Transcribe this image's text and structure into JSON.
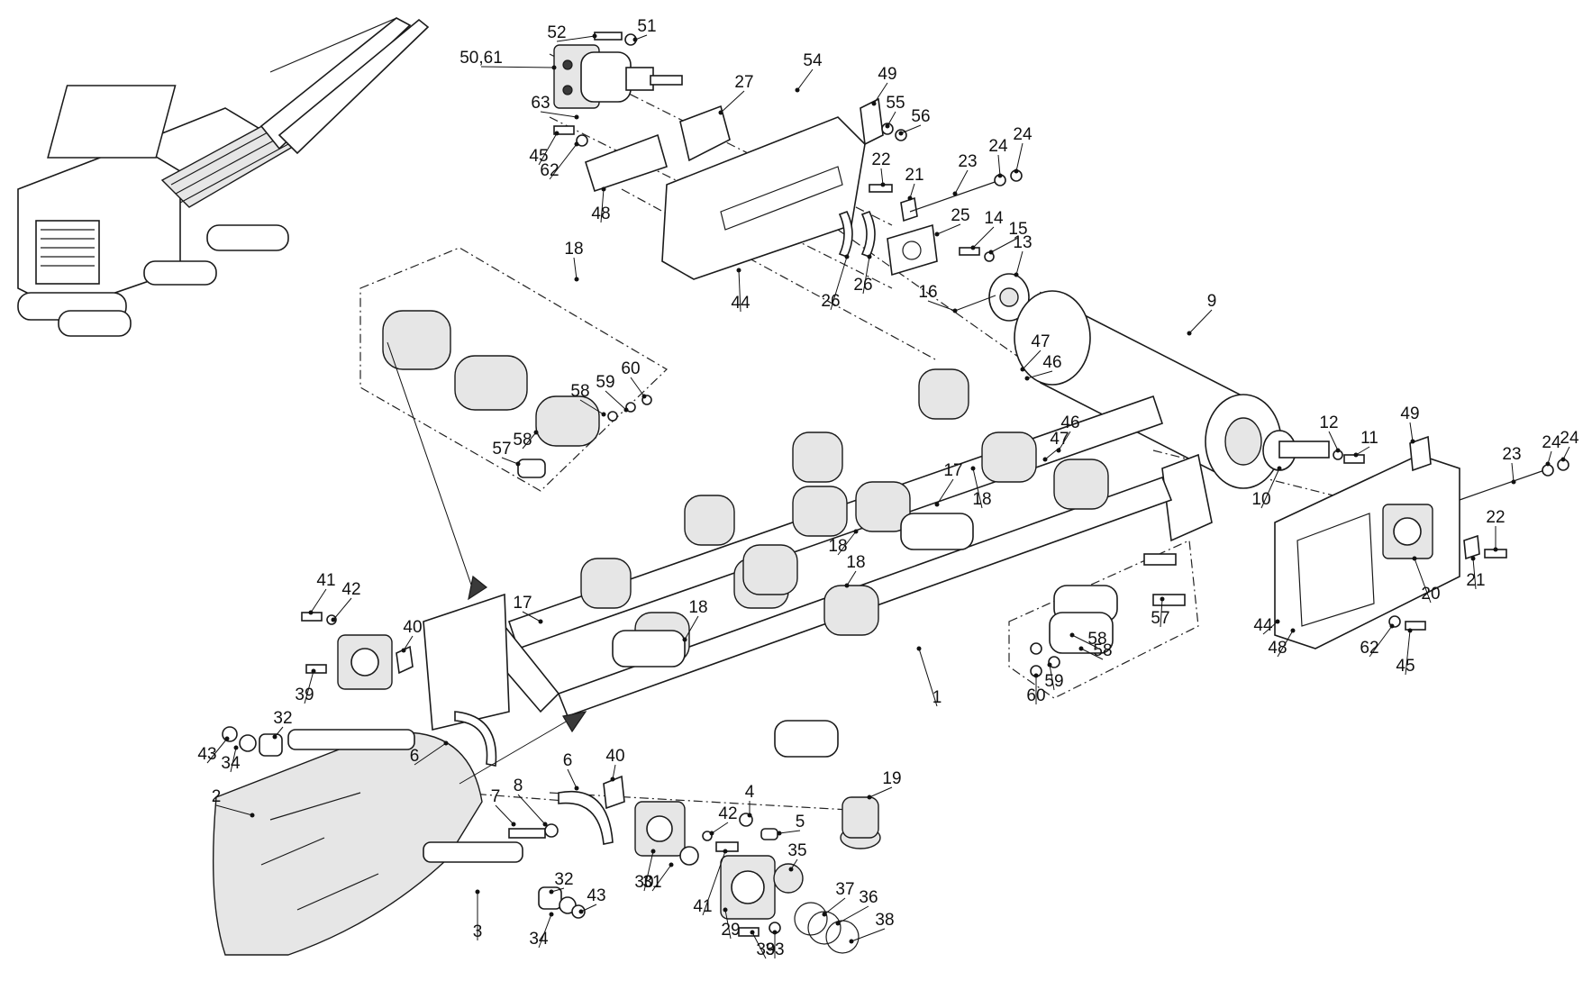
{
  "diagram": {
    "type": "exploded-parts-view",
    "watermark": "",
    "callouts": [
      {
        "label": "1"
      },
      {
        "label": "2"
      },
      {
        "label": "3"
      },
      {
        "label": "4"
      },
      {
        "label": "5"
      },
      {
        "label": "6"
      },
      {
        "label": "6"
      },
      {
        "label": "7"
      },
      {
        "label": "8"
      },
      {
        "label": "9"
      },
      {
        "label": "10"
      },
      {
        "label": "11"
      },
      {
        "label": "12"
      },
      {
        "label": "13"
      },
      {
        "label": "14"
      },
      {
        "label": "15"
      },
      {
        "label": "16"
      },
      {
        "label": "17"
      },
      {
        "label": "17"
      },
      {
        "label": "18"
      },
      {
        "label": "18"
      },
      {
        "label": "18"
      },
      {
        "label": "18"
      },
      {
        "label": "18"
      },
      {
        "label": "19"
      },
      {
        "label": "20"
      },
      {
        "label": "21"
      },
      {
        "label": "21"
      },
      {
        "label": "22"
      },
      {
        "label": "22"
      },
      {
        "label": "23"
      },
      {
        "label": "23"
      },
      {
        "label": "24"
      },
      {
        "label": "24"
      },
      {
        "label": "24"
      },
      {
        "label": "24"
      },
      {
        "label": "25"
      },
      {
        "label": "26"
      },
      {
        "label": "26"
      },
      {
        "label": "27"
      },
      {
        "label": "29"
      },
      {
        "label": "30"
      },
      {
        "label": "31"
      },
      {
        "label": "32"
      },
      {
        "label": "32"
      },
      {
        "label": "33"
      },
      {
        "label": "34"
      },
      {
        "label": "34"
      },
      {
        "label": "35"
      },
      {
        "label": "36"
      },
      {
        "label": "37"
      },
      {
        "label": "38"
      },
      {
        "label": "39"
      },
      {
        "label": "39"
      },
      {
        "label": "40"
      },
      {
        "label": "40"
      },
      {
        "label": "41"
      },
      {
        "label": "41"
      },
      {
        "label": "42"
      },
      {
        "label": "42"
      },
      {
        "label": "43"
      },
      {
        "label": "43"
      },
      {
        "label": "44"
      },
      {
        "label": "44"
      },
      {
        "label": "45"
      },
      {
        "label": "45"
      },
      {
        "label": "46"
      },
      {
        "label": "46"
      },
      {
        "label": "47"
      },
      {
        "label": "47"
      },
      {
        "label": "48"
      },
      {
        "label": "48"
      },
      {
        "label": "49"
      },
      {
        "label": "49"
      },
      {
        "label": "50,61"
      },
      {
        "label": "51"
      },
      {
        "label": "52"
      },
      {
        "label": "54"
      },
      {
        "label": "55"
      },
      {
        "label": "56"
      },
      {
        "label": "57"
      },
      {
        "label": "57"
      },
      {
        "label": "58"
      },
      {
        "label": "58"
      },
      {
        "label": "58"
      },
      {
        "label": "58"
      },
      {
        "label": "59"
      },
      {
        "label": "59"
      },
      {
        "label": "60"
      },
      {
        "label": "60"
      },
      {
        "label": "62"
      },
      {
        "label": "62"
      },
      {
        "label": "63"
      }
    ]
  }
}
